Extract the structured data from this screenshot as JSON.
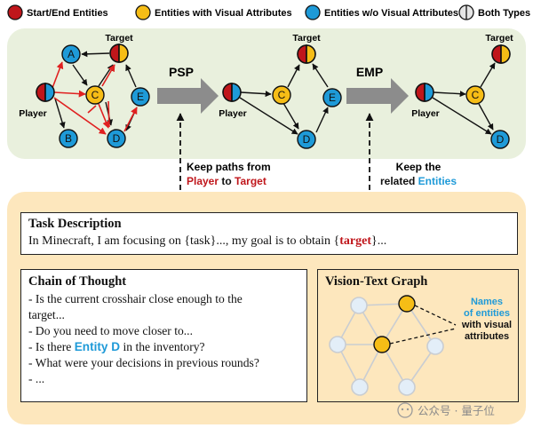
{
  "legend": {
    "start_end": "Start/End Entities",
    "visual": "Entities with Visual Attributes",
    "no_visual": "Entities w/o Visual Attributes",
    "both": "Both Types"
  },
  "graph1": {
    "target": "Target",
    "player": "Player",
    "nodes": {
      "a": "A",
      "b": "B",
      "c": "C",
      "d": "D",
      "e": "E"
    }
  },
  "graph2": {
    "target": "Target",
    "player": "Player",
    "nodes": {
      "c": "C",
      "d": "D",
      "e": "E"
    }
  },
  "graph3": {
    "target": "Target",
    "player": "Player",
    "nodes": {
      "c": "C",
      "d": "D"
    }
  },
  "arrows": {
    "psp": "PSP",
    "emp": "EMP"
  },
  "notes": {
    "psp_line1": "Keep paths from",
    "psp_player": "Player",
    "psp_to": "to",
    "psp_target": "Target",
    "emp_line1": "Keep the",
    "emp_related": "related",
    "emp_entities": "Entities"
  },
  "task": {
    "title": "Task Description",
    "pre": "In Minecraft, I am focusing on {task}..., my goal is to obtain {",
    "highlight": "target",
    "post": "}..."
  },
  "cot": {
    "title": "Chain of Thought",
    "line1": "- Is the current crosshair close enough to the",
    "line2": "target...",
    "line3": "- Do you need to move closer to...",
    "line4_pre": "- Is there ",
    "line4_entity": "Entity D",
    "line4_post": " in the inventory?",
    "line5": "- What were your decisions in previous rounds?",
    "line6": "- ..."
  },
  "vtg": {
    "title": "Vision-Text Graph",
    "names_line1": "Names",
    "names_line2": "of entities",
    "attr_line1": "with visual",
    "attr_line2": "attributes"
  },
  "watermark": "公众号 · 量子位",
  "colors": {
    "red": "#c0161b",
    "yellow": "#f6bd16",
    "blue": "#1e9ad8",
    "top_panel": "#e9f0dd",
    "bottom_panel": "#fde7bd",
    "arrow_gray": "#8c8c8c"
  }
}
